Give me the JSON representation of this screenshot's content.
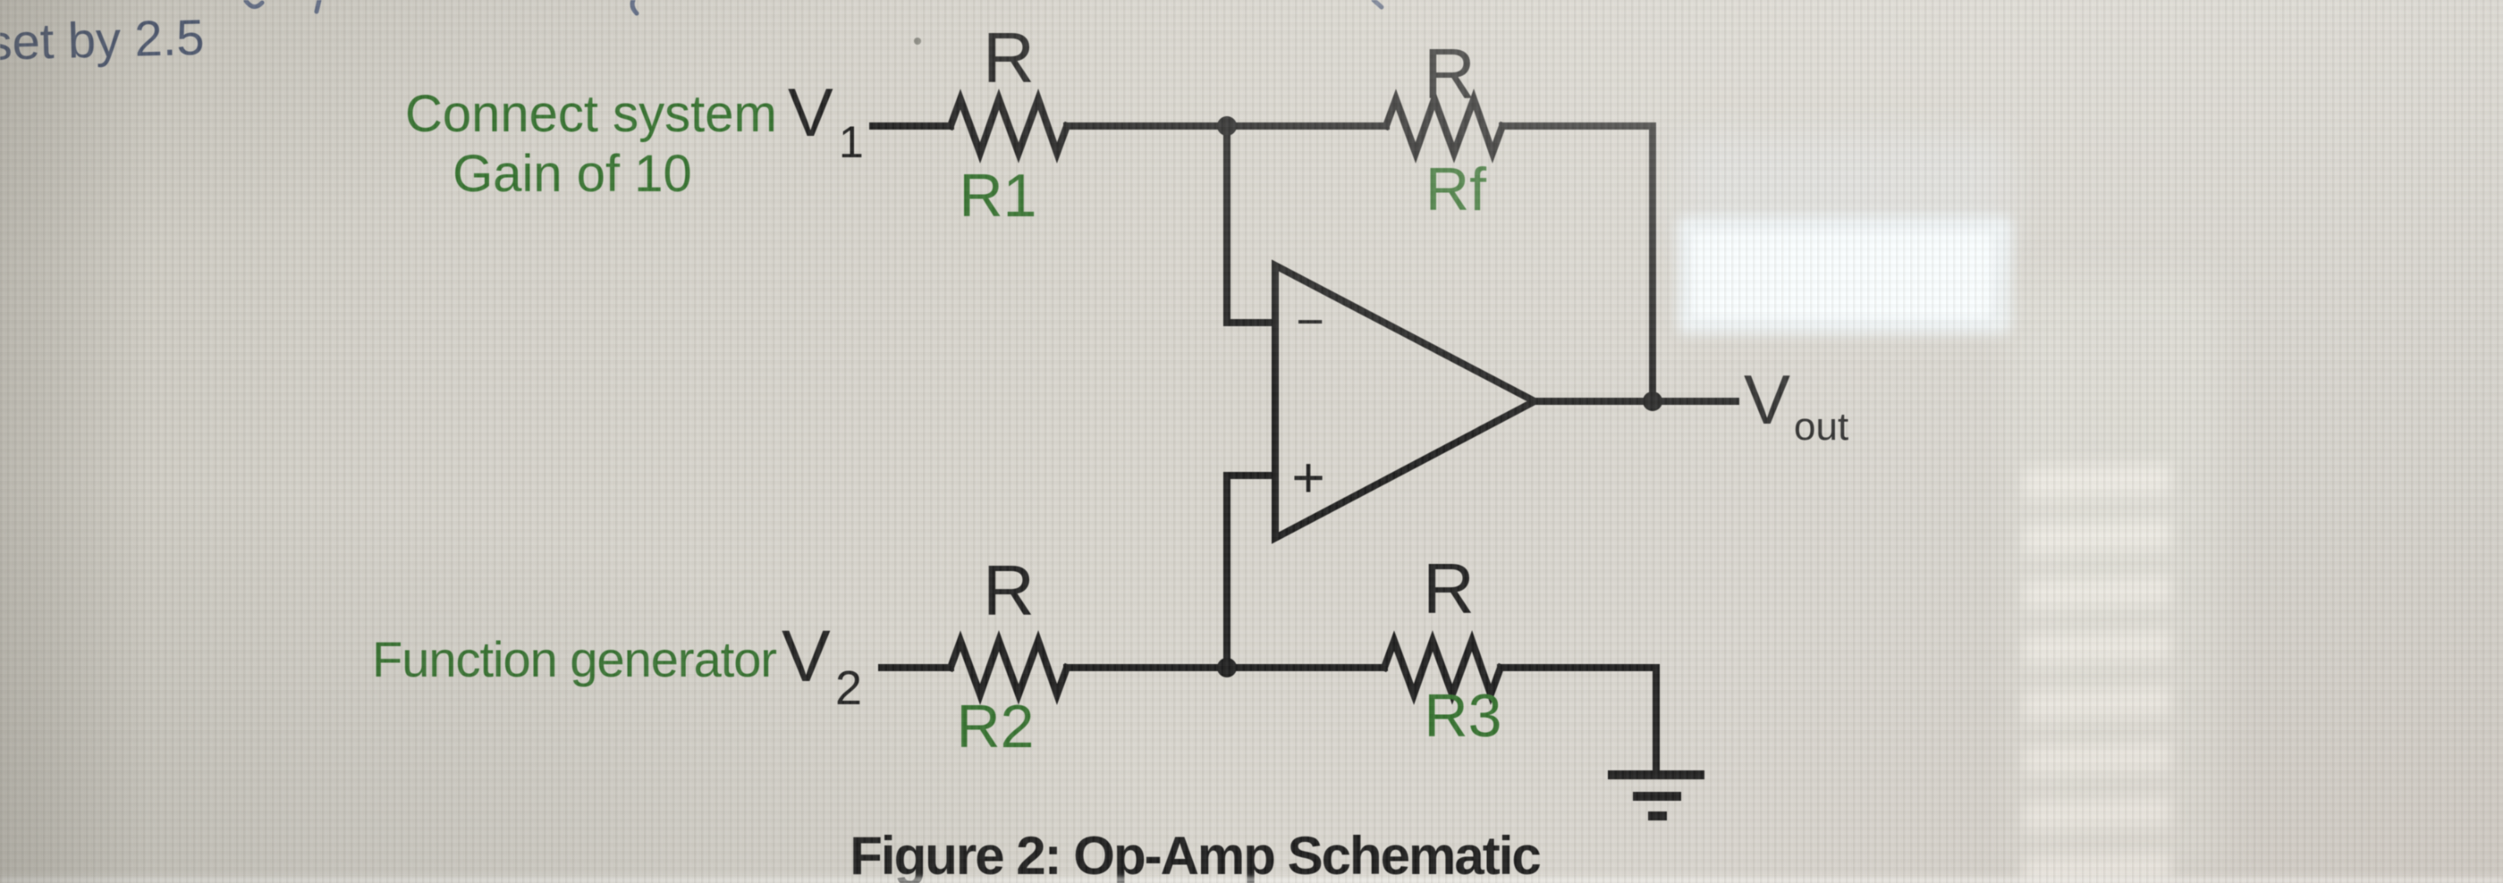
{
  "photo": {
    "handwriting_top_left": "set by 2.5",
    "handwriting_color": "#48536b"
  },
  "annotations": {
    "green_color": "#33702d",
    "connect_system_line1": "Connect system",
    "connect_system_line2": "Gain of 10",
    "function_generator": "Function generator"
  },
  "schematic": {
    "caption": "Figure 2: Op-Amp Schematic",
    "line_color": "#1c1c1c",
    "sources": {
      "v1": {
        "base": "V",
        "sub": "1"
      },
      "v2": {
        "base": "V",
        "sub": "2"
      }
    },
    "output": {
      "base": "V",
      "sub": "out"
    },
    "resistors": [
      {
        "id": "R1",
        "value_label": "R",
        "ref_label": "R1"
      },
      {
        "id": "Rf",
        "value_label": "R",
        "ref_label": "Rf"
      },
      {
        "id": "R2",
        "value_label": "R",
        "ref_label": "R2"
      },
      {
        "id": "R3",
        "value_label": "R",
        "ref_label": "R3"
      }
    ],
    "opamp": {
      "inverting_input": "−",
      "noninverting_input": "+"
    }
  }
}
